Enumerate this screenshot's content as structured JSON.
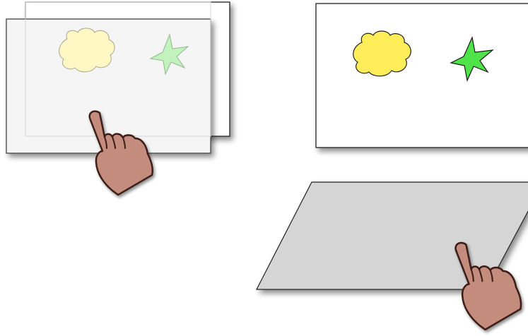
{
  "colors": {
    "background": "#ffffff",
    "screen_fill": "#ffffff",
    "screen_stroke": "#222222",
    "translucent_screen_fill": "#ffffff",
    "translucent_screen_opacity": 0.75,
    "rear_panel_fill": "#d3d3d3",
    "touchpad_fill": "#d5d5d5",
    "cloud_fill": "#ffee5a",
    "cloud_fill_faded": "#fff7c4",
    "star_fill": "#4fe34a",
    "star_fill_faded": "#c2f2bd",
    "hand_fill": "#c48c7c",
    "hand_stroke": "#3a1d17",
    "shadow": "#555555"
  },
  "diagram": {
    "left_group": {
      "description_icons": [
        "cloud-icon",
        "star-icon",
        "pointing-hand-icon"
      ],
      "layers": [
        "back-screen",
        "translucent-front-screen"
      ],
      "shapes_faded": true
    },
    "right_group": {
      "description_icons": [
        "cloud-icon",
        "star-icon",
        "pointing-hand-icon"
      ],
      "layers": [
        "display-screen",
        "touchpad-surface"
      ],
      "shapes_faded": false
    }
  }
}
